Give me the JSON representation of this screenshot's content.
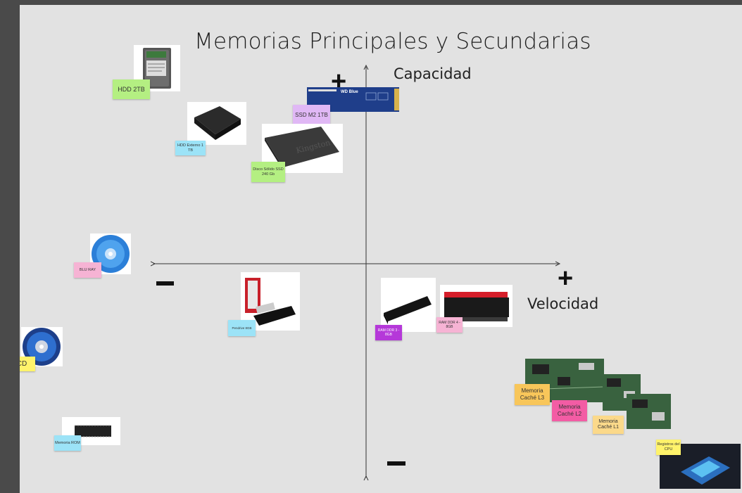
{
  "title": "Memorias Principales y Secundarias",
  "axes": {
    "vertical_label": "Capacidad",
    "horizontal_label": "Velocidad",
    "plus": "+",
    "minus": "−"
  },
  "items": {
    "hdd_2tb": {
      "label": "HDD 2TB",
      "color": "#b4ef82"
    },
    "ssd_m2": {
      "label": "SSD M2 1TB",
      "color": "#e0b8f5",
      "product_name": "WD Blue"
    },
    "hdd_externo": {
      "label": "HDD Externo 1 TB",
      "color": "#9ce3f7"
    },
    "ssd_240": {
      "label": "Disco Sólido SSD 240 Gb",
      "color": "#b4ef82",
      "brand": "Kingston"
    },
    "bluray": {
      "label": "BLU RAY",
      "color": "#f6b3d4"
    },
    "pendrive": {
      "label": "Pendrive 8GB",
      "color": "#9ce3f7"
    },
    "ram_ddr3": {
      "label": "RAM DDR 3 - 8GB",
      "color": "#b538d9"
    },
    "ram_ddr4": {
      "label": "RAM DDR 4 - 8GB",
      "color": "#f6b3d4"
    },
    "cd": {
      "label": "CD",
      "color": "#fff36b"
    },
    "rom": {
      "label": "Memoria ROM",
      "color": "#9ce3f7"
    },
    "cache_l3": {
      "label": "Memoria Caché L3",
      "color": "#f8c65a"
    },
    "cache_l2": {
      "label": "Memoria Caché L2",
      "color": "#f35ca4"
    },
    "cache_l1": {
      "label": "Memoria Caché L1",
      "color": "#fbd98a"
    },
    "registros": {
      "label": "Registros del CPU",
      "color": "#fff36b"
    }
  }
}
